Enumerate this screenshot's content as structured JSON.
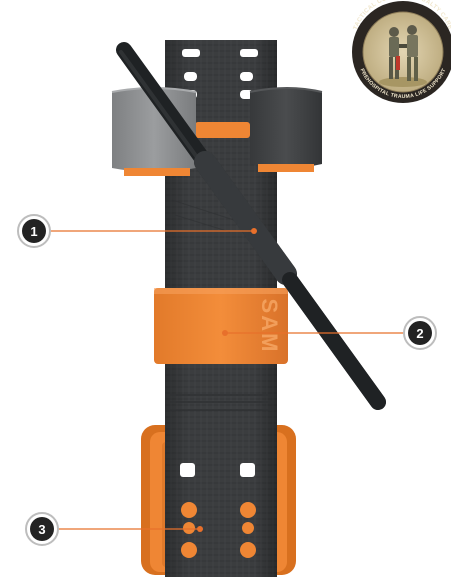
{
  "product": {
    "brand_mark": "SAM"
  },
  "seal": {
    "top_text": "TACTICAL COMBAT CASUALTY CARE",
    "bottom_text": "PREHOSPITAL TRAUMA LIFE SUPPORT"
  },
  "callouts": [
    {
      "number": "1"
    },
    {
      "number": "2"
    },
    {
      "number": "3"
    }
  ],
  "colors": {
    "strap": "#3b3d3f",
    "orange": "#ef8634",
    "dark_orange": "#d56b1f",
    "rod": "#26292b",
    "gray_wrap": "#8a8c8e",
    "dark_wrap": "#424446",
    "leader_line": "#e8702b",
    "badge": "#232323",
    "seal_outer": "#2b2622",
    "seal_inner": "#d8c8a0"
  }
}
